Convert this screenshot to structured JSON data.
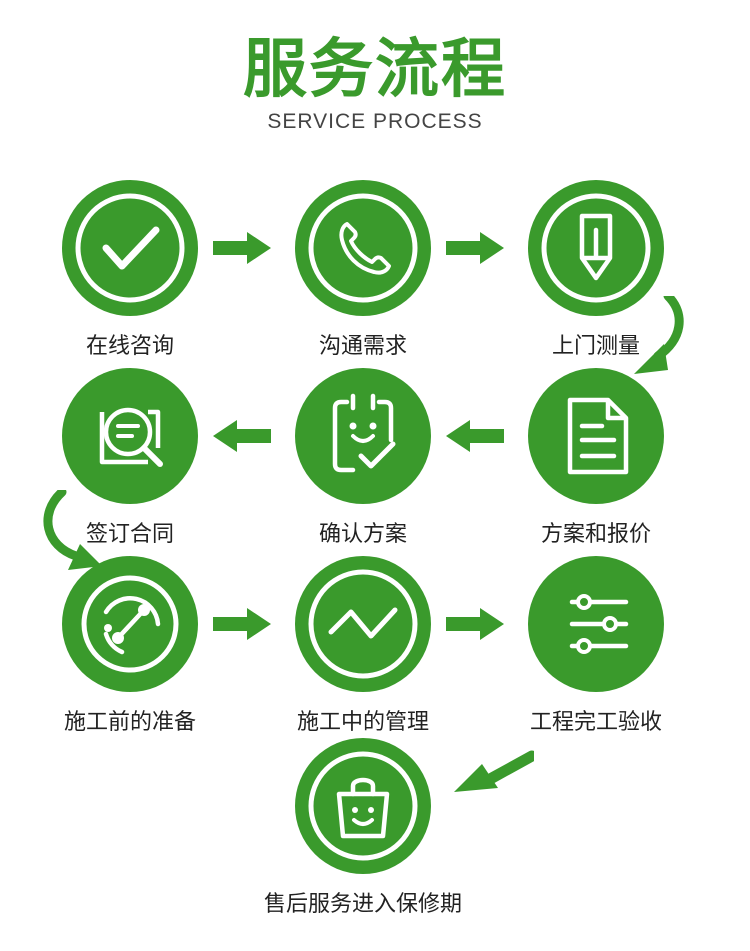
{
  "header": {
    "title": "服务流程",
    "subtitle": "SERVICE PROCESS"
  },
  "steps": [
    {
      "label": "在线咨询",
      "icon": "checkmark-icon"
    },
    {
      "label": "沟通需求",
      "icon": "phone-icon"
    },
    {
      "label": "上门测量",
      "icon": "pencil-icon"
    },
    {
      "label": "方案和报价",
      "icon": "document-icon"
    },
    {
      "label": "确认方案",
      "icon": "clipboard-check-icon"
    },
    {
      "label": "签订合同",
      "icon": "magnifier-icon"
    },
    {
      "label": "施工前的准备",
      "icon": "radar-icon"
    },
    {
      "label": "施工中的管理",
      "icon": "chart-line-icon"
    },
    {
      "label": "工程完工验收",
      "icon": "sliders-icon"
    },
    {
      "label": "售后服务进入保修期",
      "icon": "shopping-bag-icon"
    }
  ],
  "colors": {
    "accent": "#3a9a2c",
    "text": "#222222",
    "background": "#ffffff"
  }
}
